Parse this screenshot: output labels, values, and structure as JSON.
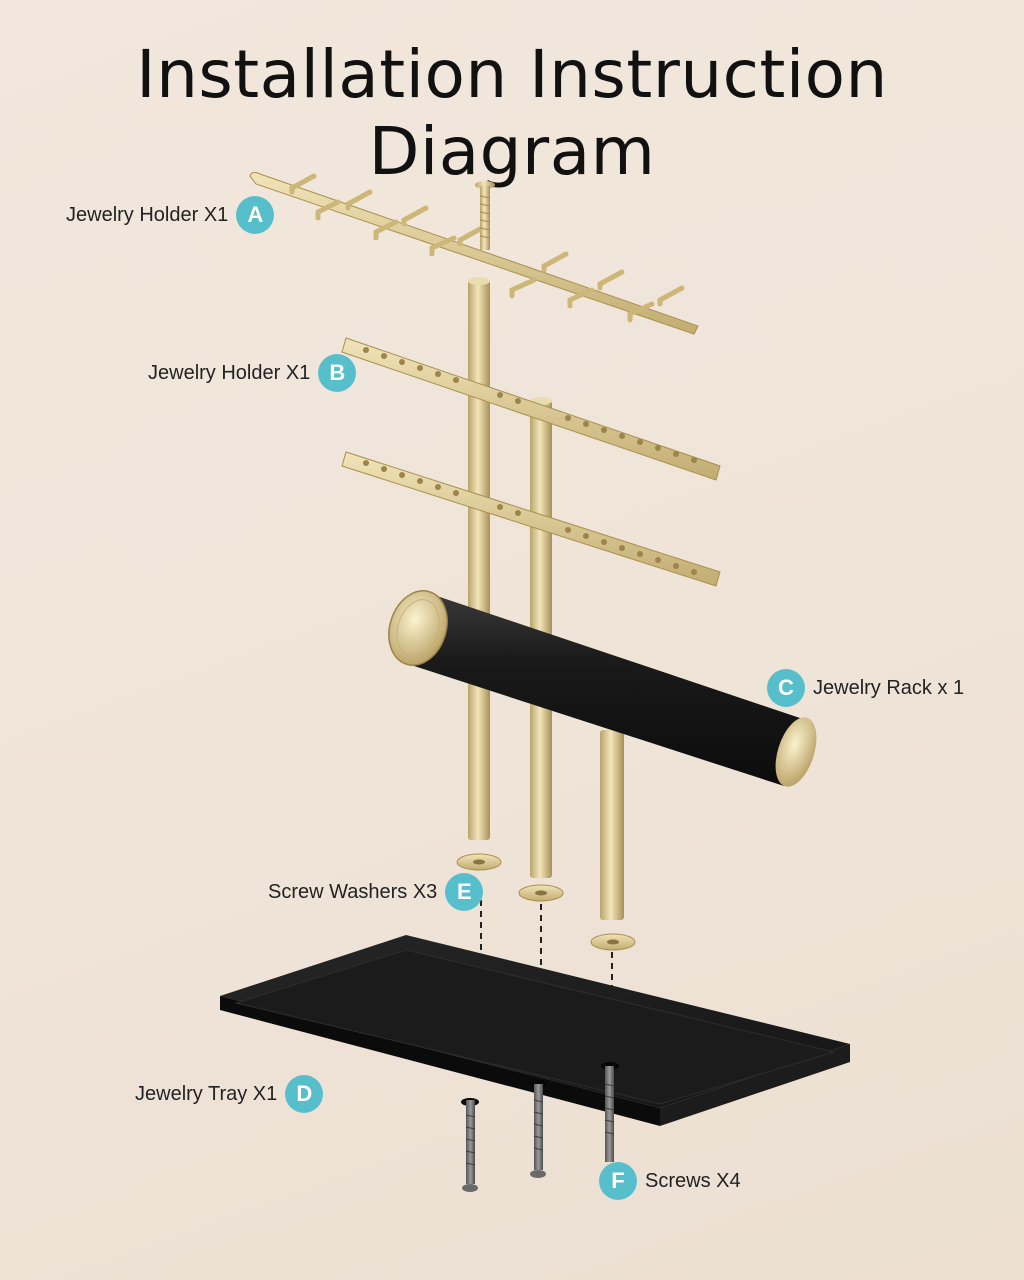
{
  "title": "Installation Instruction Diagram",
  "colors": {
    "background": "#efe4d8",
    "badge": "#57bfcb",
    "gold": "#d9c48c",
    "black": "#141414"
  },
  "parts": [
    {
      "letter": "A",
      "label": "Jewelry Holder X1"
    },
    {
      "letter": "B",
      "label": "Jewelry Holder X1"
    },
    {
      "letter": "C",
      "label": "Jewelry Rack x 1"
    },
    {
      "letter": "D",
      "label": "Jewelry Tray X1"
    },
    {
      "letter": "E",
      "label": "Screw Washers X3"
    },
    {
      "letter": "F",
      "label": "Screws X4"
    }
  ]
}
